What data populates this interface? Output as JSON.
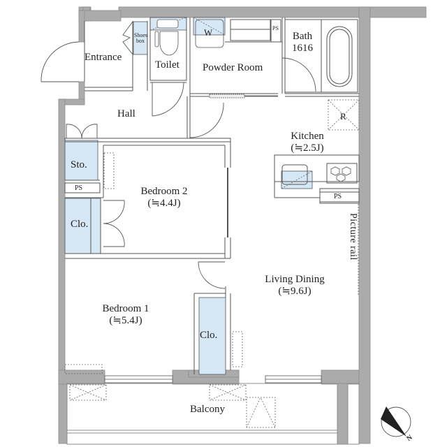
{
  "floor_plan": {
    "colors": {
      "wall": "#ababab",
      "wall_outline": "#8c8c8c",
      "line": "#555555",
      "storage_fill": "#d6e8f5",
      "background": "#ffffff"
    },
    "rooms": {
      "entrance": {
        "name": "Entrance"
      },
      "shoes_box": {
        "name_line1": "Shoes",
        "name_line2": "box"
      },
      "toilet": {
        "name": "Toilet"
      },
      "washer": {
        "name": "W"
      },
      "powder_room": {
        "name": "Powder Room"
      },
      "ps_top": {
        "name": "PS"
      },
      "bath": {
        "name": "Bath",
        "size": "1616"
      },
      "hall": {
        "name": "Hall"
      },
      "refrigerator": {
        "name": "R"
      },
      "kitchen": {
        "name": "Kitchen",
        "area": "(≒2.5J)"
      },
      "ps_kitchen": {
        "name": "PS"
      },
      "storage": {
        "name": "Sto."
      },
      "ps_left": {
        "name": "PS"
      },
      "closet_bedroom2": {
        "name": "Clo."
      },
      "bedroom2": {
        "name": "Bedroom 2",
        "area": "(≒4.4J)"
      },
      "picture_rail": {
        "name": "Picture rail"
      },
      "living_dining": {
        "name": "Living Dining",
        "area": "(≒9.6J)"
      },
      "bedroom1": {
        "name": "Bedroom 1",
        "area": "(≒5.4J)"
      },
      "closet_bedroom1": {
        "name": "Clo."
      },
      "balcony": {
        "name": "Balcony"
      }
    },
    "compass": {
      "label": "N"
    }
  }
}
